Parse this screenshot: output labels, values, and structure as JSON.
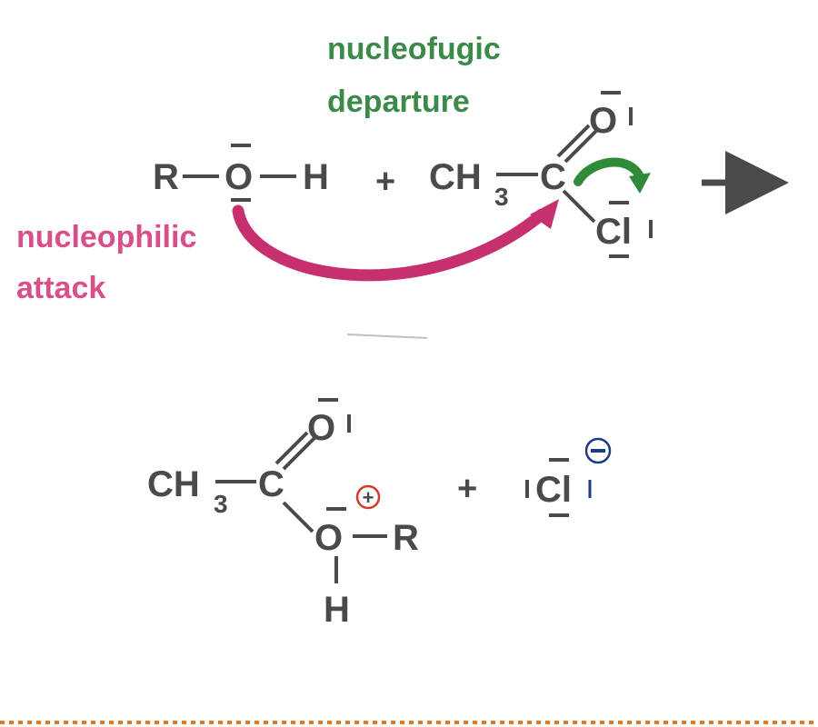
{
  "labels": {
    "nucleofugic_line1": "nucleofugic",
    "nucleofugic_line2": "departure",
    "nucleophilic_line1": "nucleophilic",
    "nucleophilic_line2": "attack"
  },
  "reactants": {
    "alcohol": {
      "r": "R",
      "o": "O",
      "h": "H"
    },
    "plus": "+",
    "acyl": {
      "ch": "CH",
      "sub": "3",
      "c": "C",
      "o": "O",
      "cl": "Cl"
    }
  },
  "products": {
    "ester": {
      "ch": "CH",
      "sub": "3",
      "c": "C",
      "o_carbonyl": "O",
      "o_oxonium": "O",
      "r": "R",
      "h": "H"
    },
    "plus": "+",
    "chloride": "Cl"
  },
  "charges": {
    "positive": "+",
    "negative": "−"
  },
  "colors": {
    "nucleofugic": "#3c8a4a",
    "nucleophilic": "#d84f8a",
    "attack_arrow": "#c7306e",
    "departure_arrow": "#2f8a3a",
    "structure": "#4a4a4a",
    "positive_circle": "#d23a2a",
    "negative_circle": "#1e3a8a",
    "divider": "#e07b25"
  }
}
